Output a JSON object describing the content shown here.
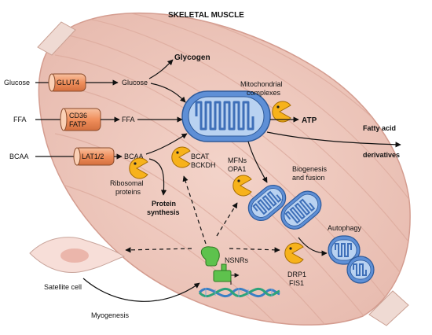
{
  "title": "SKELETAL MUSCLE",
  "inputs": {
    "glucose": "Glucose",
    "ffa": "FFA",
    "bcaa": "BCAA"
  },
  "transporters": {
    "glut4": "GLUT4",
    "cd36": "CD36",
    "fatp": "FATP",
    "lat12": "LAT1/2"
  },
  "intermediates": {
    "glucose": "Glucose",
    "ffa": "FFA",
    "bcaa": "BCAA"
  },
  "labels": {
    "glycogen": "Glycogen",
    "mito_complexes_1": "Mitochondrial",
    "mito_complexes_2": "complexes",
    "atp": "ATP",
    "fatty_1": "Fatty acid",
    "fatty_2": "derivatives",
    "bcat": "BCAT",
    "bckdh": "BCKDH",
    "ribosomal_1": "Ribosomal",
    "ribosomal_2": "proteins",
    "protein_1": "Protein",
    "protein_2": "synthesis",
    "mfns": "MFNs",
    "opa1": "OPA1",
    "biogenesis_1": "Biogenesis",
    "biogenesis_2": "and fusion",
    "autophagy": "Autophagy",
    "drp1": "DRP1",
    "fis1": "FIS1",
    "nsnrs": "NSNRs",
    "satellite": "Satellite cell",
    "myogenesis": "Myogenesis"
  },
  "colors": {
    "muscle_fill": "#f1cec3",
    "muscle_stripe": "#ddaea2",
    "muscle_edge": "#d49c8f",
    "transporter": "#f19a6b",
    "mito_fill": "#5e8fd6",
    "mito_inner": "#b9d2f1",
    "enzyme": "#f7b21b",
    "receptor": "#5ec24d",
    "dna_blue": "#3b7fc4",
    "dna_green": "#2da37a",
    "cell_fill": "#f7ded8"
  }
}
